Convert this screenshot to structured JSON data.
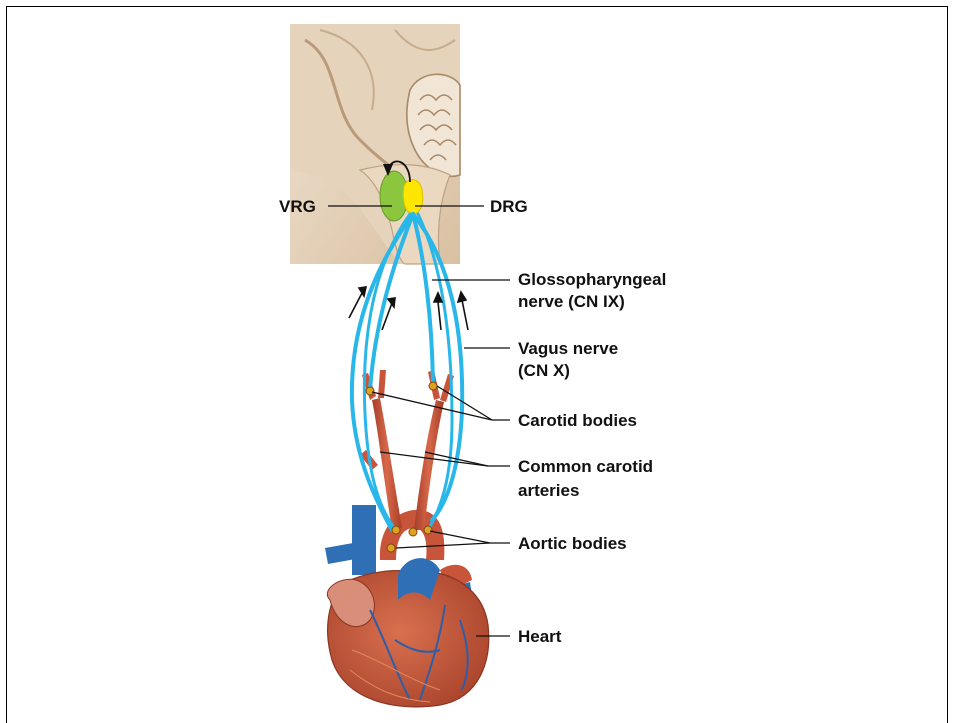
{
  "labels": {
    "vrg": "VRG",
    "drg": "DRG",
    "glosso_line1": "Glossopharyngeal",
    "glosso_line2": "nerve (CN IX)",
    "vagus_line1": "Vagus nerve",
    "vagus_line2": "(CN X)",
    "carotid_bodies": "Carotid bodies",
    "common_carotid_line1": "Common carotid",
    "common_carotid_line2": "arteries",
    "aortic_bodies": "Aortic bodies",
    "heart": "Heart"
  },
  "colors": {
    "nerve": "#29b6e8",
    "vrg": "#8cc63f",
    "drg": "#ffe600",
    "artery": "#c8543a",
    "vein": "#2f6fb5",
    "brain": "#e2cdb4",
    "heart": "#c65a3c"
  }
}
